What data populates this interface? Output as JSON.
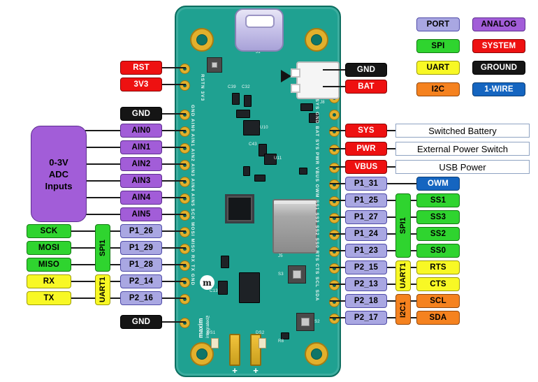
{
  "colors": {
    "port": "#a9a7e2",
    "analog": "#a25dd8",
    "spi": "#2fd42f",
    "system": "#ee1111",
    "uart": "#f8f825",
    "ground": "#151515",
    "i2c": "#f5821f",
    "onewire": "#1565c0",
    "board": "#1fa191",
    "board-edge": "#0c6e60",
    "gold": "#e2b02c",
    "wire": "#1a1a1a"
  },
  "legend": {
    "port": "PORT",
    "analog": "ANALOG",
    "spi": "SPI",
    "system": "SYSTEM",
    "uart": "UART",
    "ground": "GROUND",
    "i2c": "I2C",
    "onewire": "1-WIRE"
  },
  "left": {
    "rst": "RST",
    "v33": "3V3",
    "gnd_top": "GND",
    "gnd_bottom": "GND",
    "adc": {
      "l1": "0-3V",
      "l2": "ADC",
      "l3": "Inputs"
    },
    "ain": [
      "AIN0",
      "AIN1",
      "AIN2",
      "AIN3",
      "AIN4",
      "AIN5"
    ],
    "spi_bus": "SPI1",
    "spi": [
      {
        "sig": "SCK",
        "pin": "P1_26"
      },
      {
        "sig": "MOSI",
        "pin": "P1_29"
      },
      {
        "sig": "MISO",
        "pin": "P1_28"
      }
    ],
    "uart_bus": "UART1",
    "uart": [
      {
        "sig": "RX",
        "pin": "P2_14"
      },
      {
        "sig": "TX",
        "pin": "P2_16"
      }
    ]
  },
  "right": {
    "gnd": "GND",
    "bat": "BAT",
    "power": [
      {
        "pin": "SYS",
        "desc": "Switched Battery"
      },
      {
        "pin": "PWR",
        "desc": "External Power Switch"
      },
      {
        "pin": "VBUS",
        "desc": "USB Power"
      }
    ],
    "owm": {
      "pin": "P1_31",
      "sig": "OWM"
    },
    "spi_bus": "SPI1",
    "spi": [
      {
        "pin": "P1_25",
        "sig": "SS1"
      },
      {
        "pin": "P1_27",
        "sig": "SS3"
      },
      {
        "pin": "P1_24",
        "sig": "SS2"
      },
      {
        "pin": "P1_23",
        "sig": "SS0"
      }
    ],
    "uart_bus": "UART1",
    "uart": [
      {
        "pin": "P2_15",
        "sig": "RTS"
      },
      {
        "pin": "P2_13",
        "sig": "CTS"
      }
    ],
    "i2c_bus": "I2C1",
    "i2c": [
      {
        "pin": "P2_18",
        "sig": "SCL"
      },
      {
        "pin": "P2_17",
        "sig": "SDA"
      }
    ]
  },
  "board": {
    "logo_mark": "m",
    "logo1": "maxim",
    "logo2": "integrated™",
    "plus": "+",
    "silk_tl": "RSTN 3V3",
    "silk_left": "GND AIN0 AIN1 AIN2 AIN3 AIN4 AIN5 SCK MOSI MISO RX TX GND",
    "silk_right": "VSYS GND BAT SYS PWR VBUS OWM SS1 SS3 SS2 SS0 RTS CTS SCL SDA",
    "refs": [
      "J1",
      "C39",
      "C32",
      "U10",
      "C43",
      "U11",
      "J8",
      "J5",
      "C13",
      "DS1",
      "DS2",
      "R8",
      "S2",
      "S3"
    ]
  }
}
